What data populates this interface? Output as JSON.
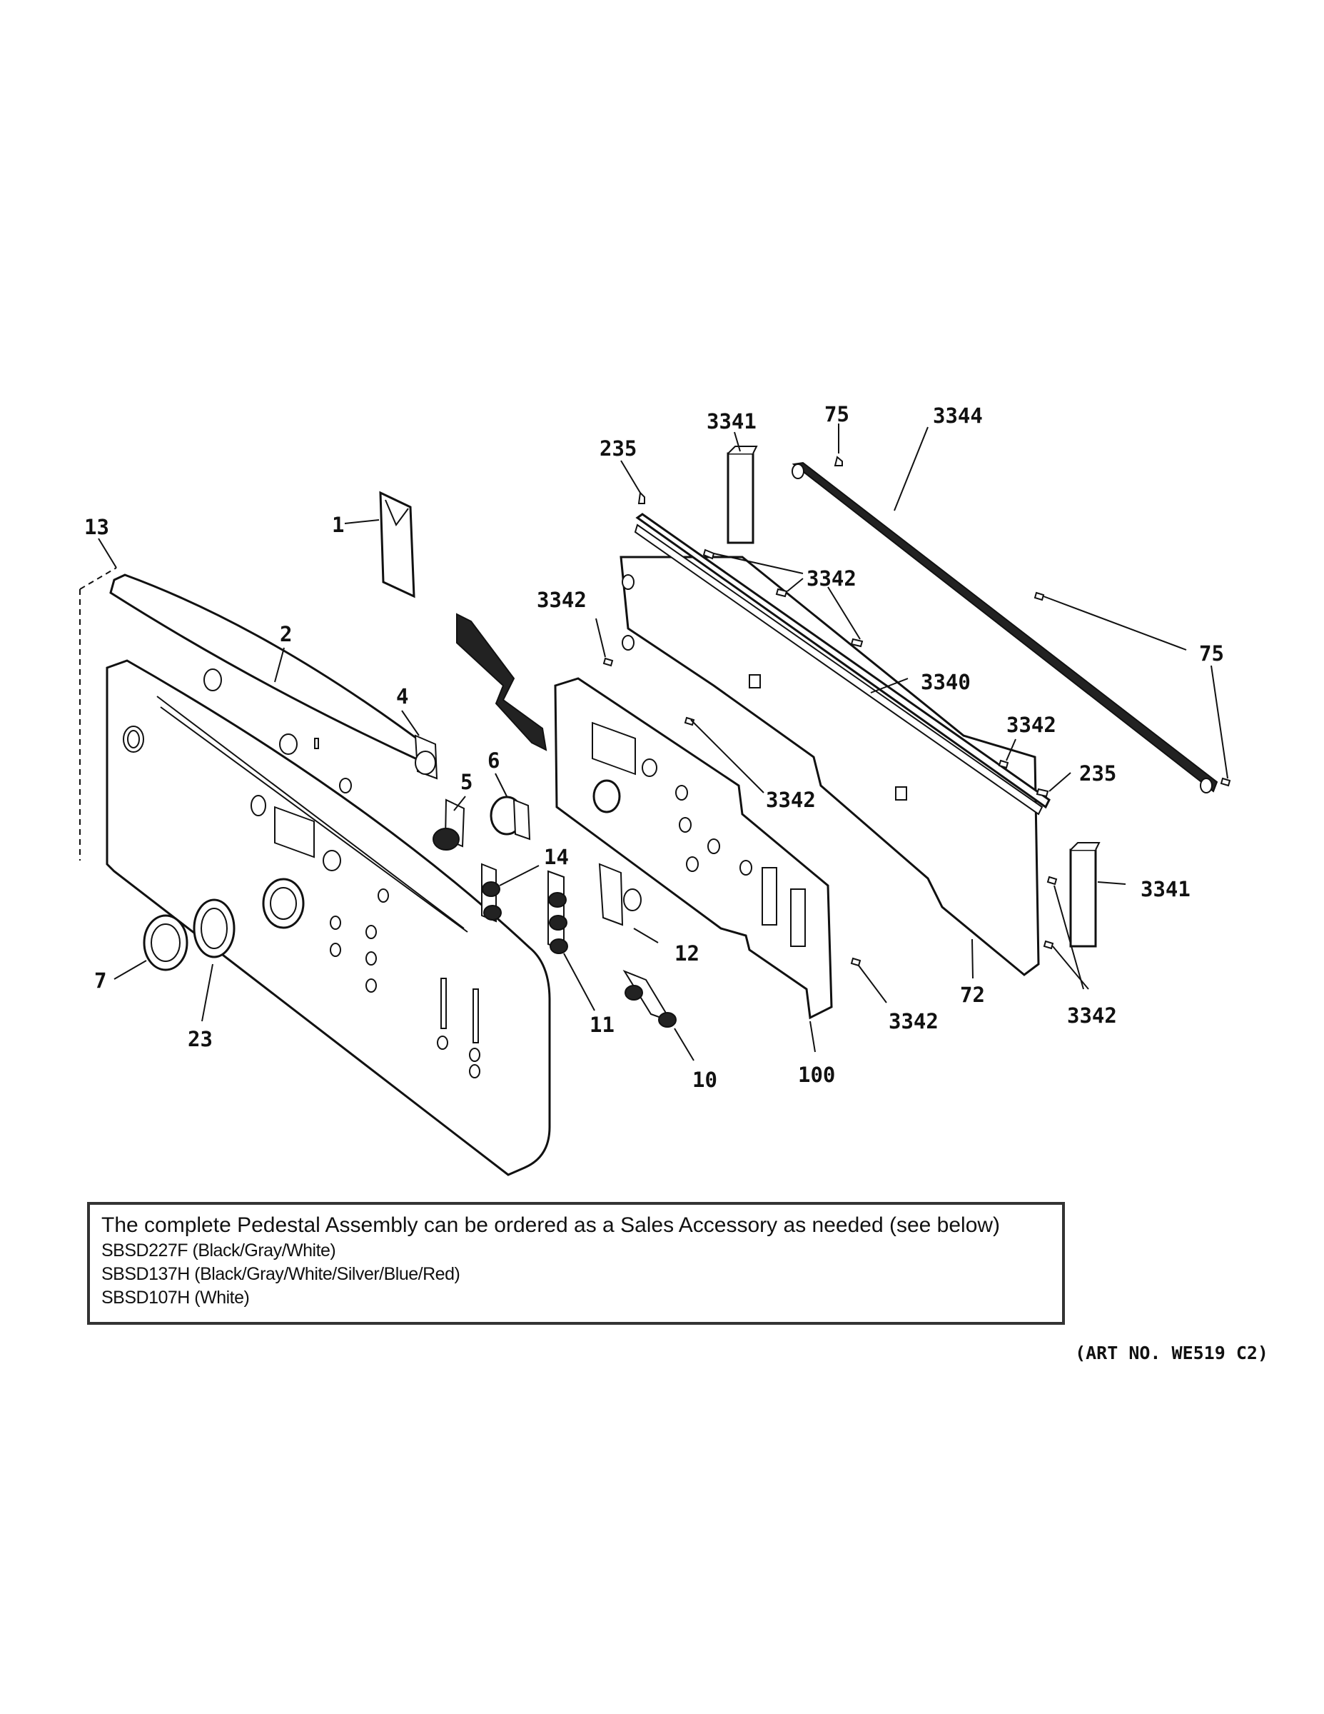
{
  "callouts": {
    "c1": "1",
    "c2": "2",
    "c4": "4",
    "c5": "5",
    "c6": "6",
    "c7": "7",
    "c10": "10",
    "c11": "11",
    "c12": "12",
    "c13": "13",
    "c14": "14",
    "c23": "23",
    "c72": "72",
    "c75a": "75",
    "c75b": "75",
    "c100": "100",
    "c235a": "235",
    "c235b": "235",
    "c3340": "3340",
    "c3341a": "3341",
    "c3341b": "3341",
    "c3342a": "3342",
    "c3342b": "3342",
    "c3342c": "3342",
    "c3342d": "3342",
    "c3342e": "3342",
    "c3342f": "3342",
    "c3344": "3344"
  },
  "note": {
    "headline": "The complete Pedestal Assembly can be ordered as a Sales Accessory as needed (see below)",
    "models": [
      "SBSD227F (Black/Gray/White)",
      "SBSD137H (Black/Gray/White/Silver/Blue/Red)",
      "SBSD107H (White)"
    ]
  },
  "art_number": "(ART NO. WE519 C2)"
}
